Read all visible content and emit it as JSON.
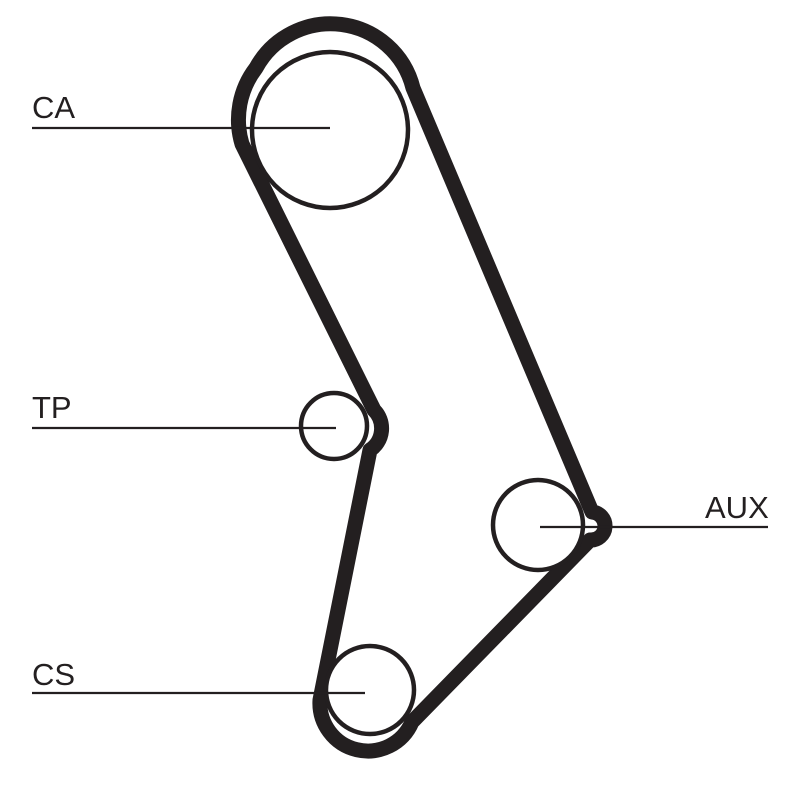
{
  "diagram": {
    "components": [
      {
        "id": "ca",
        "label": "CA"
      },
      {
        "id": "tp",
        "label": "TP"
      },
      {
        "id": "aux",
        "label": "AUX"
      },
      {
        "id": "cs",
        "label": "CS"
      }
    ],
    "colors": {
      "line": "#231f20",
      "background": "#ffffff"
    }
  }
}
